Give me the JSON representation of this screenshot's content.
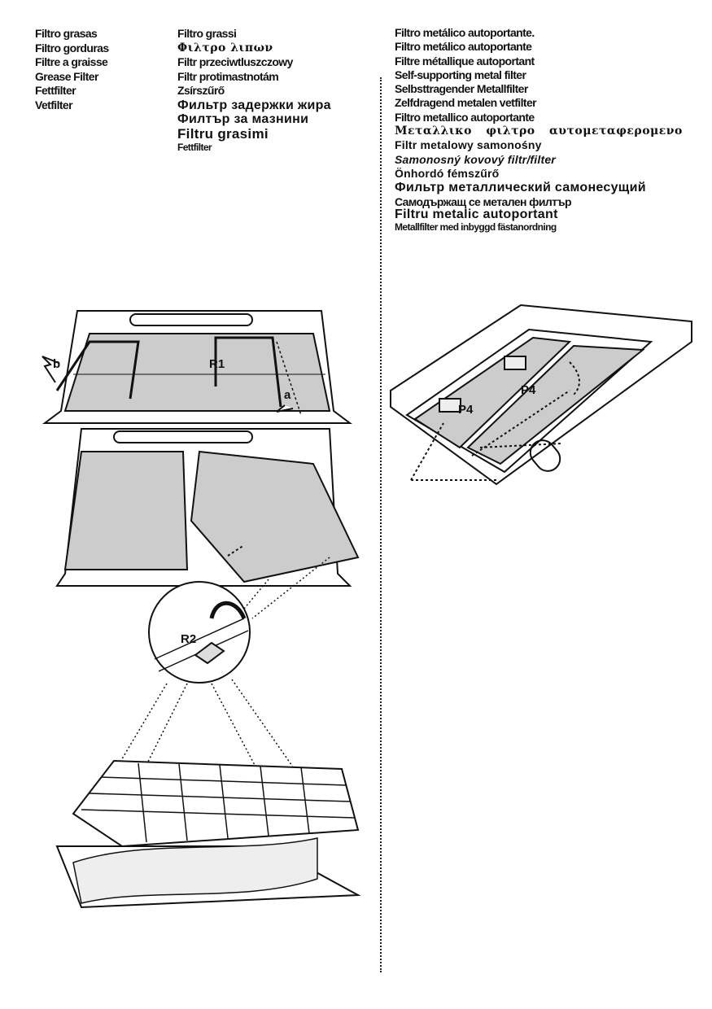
{
  "left_column": [
    "Filtro grasas",
    "Filtro gorduras",
    "Filtre a graisse",
    "Grease Filter",
    "Fettfilter",
    "Vetfilter"
  ],
  "middle_column": [
    "Filtro grassi",
    "Φιλτρο λιπων",
    "Filtr przeciwtluszczowy",
    "Filtr protimastnotám",
    "Zsírszűrő",
    "Фильтр задержки жира",
    "Филтър за мазнини",
    "Filtru grasimi",
    "Fettfilter"
  ],
  "right_column": [
    "Filtro metálico autoportante.",
    "Filtro metálico autoportante",
    "Filtre métallique autoportant",
    "Self-supporting metal filter",
    "Selbsttragender Metallfilter",
    "Zelfdragend metalen vetfilter",
    "Filtro metallico autoportante",
    "Μεταλλικο φιλτρο αυτομεταφερομενο",
    "Filtr metalowy samonośny",
    "Samonosný kovový filtr/filter",
    "Önhordó fémszűrő",
    "Фильтр металлический самонесущий",
    "Самодържащ се метален филтър",
    "Filtru metalic autoportant",
    "Metallfilter med inbyggd fästanordning"
  ],
  "figure_labels": {
    "b": "b",
    "r1": "R1",
    "a": "a",
    "r2": "R2",
    "p4_top": "P4",
    "p4_bottom": "P4"
  }
}
